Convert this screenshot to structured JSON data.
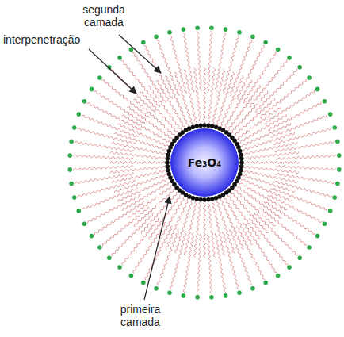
{
  "diagram": {
    "nodes": [
      {
        "text": [
          "Fe₃O₄"
        ]
      }
    ],
    "labels": [
      "segunda camada",
      "interpenetração",
      "primeira camada"
    ]
  }
}
